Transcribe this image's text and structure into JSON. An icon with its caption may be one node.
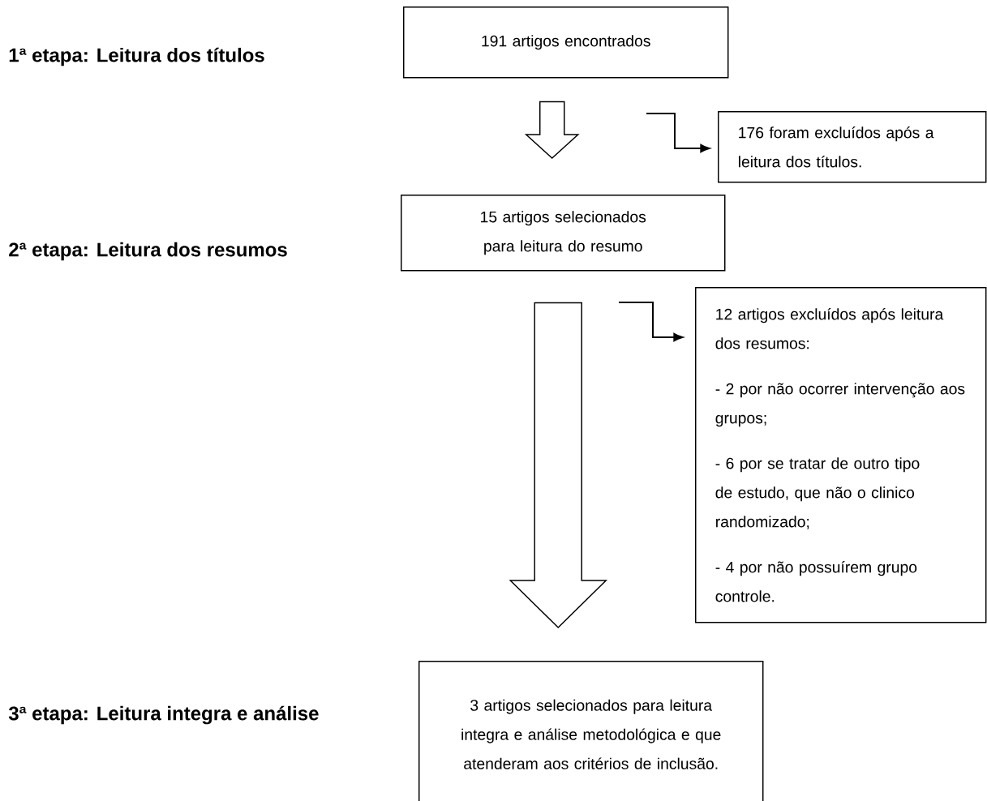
{
  "diagram": {
    "nodes": [
      {
        "text": [
          "191 artigos encontrados"
        ]
      },
      {
        "text": [
          "176 foram excluídos após a leitura dos títulos."
        ]
      },
      {
        "text": [
          "15 artigos selecionados para leitura do resumo"
        ]
      },
      {
        "text": [
          "12 artigos excluídos após leitura dos resumos:",
          "- 2 por não ocorrer intervenção aos grupos;",
          "- 6 por se tratar de outro tipo de estudo, que não o clinico randomizado;",
          "- 4 por não possuírem grupo controle."
        ]
      },
      {
        "text": [
          "3 artigos selecionados para leitura integra e análise metodológica e que atenderam aos critérios de inclusão."
        ]
      }
    ],
    "edges": [
      {
        "from": 0,
        "to": 2,
        "arrow": "to"
      },
      {
        "from": null,
        "to": 1,
        "arrow": "to"
      },
      {
        "from": 2,
        "to": 4,
        "arrow": "to"
      },
      {
        "from": null,
        "to": 3,
        "arrow": "to"
      }
    ],
    "labels": [
      "1ª etapa: Leitura dos títulos",
      "2ª etapa: Leitura dos resumos",
      "3ª etapa: Leitura integra e análise"
    ]
  }
}
